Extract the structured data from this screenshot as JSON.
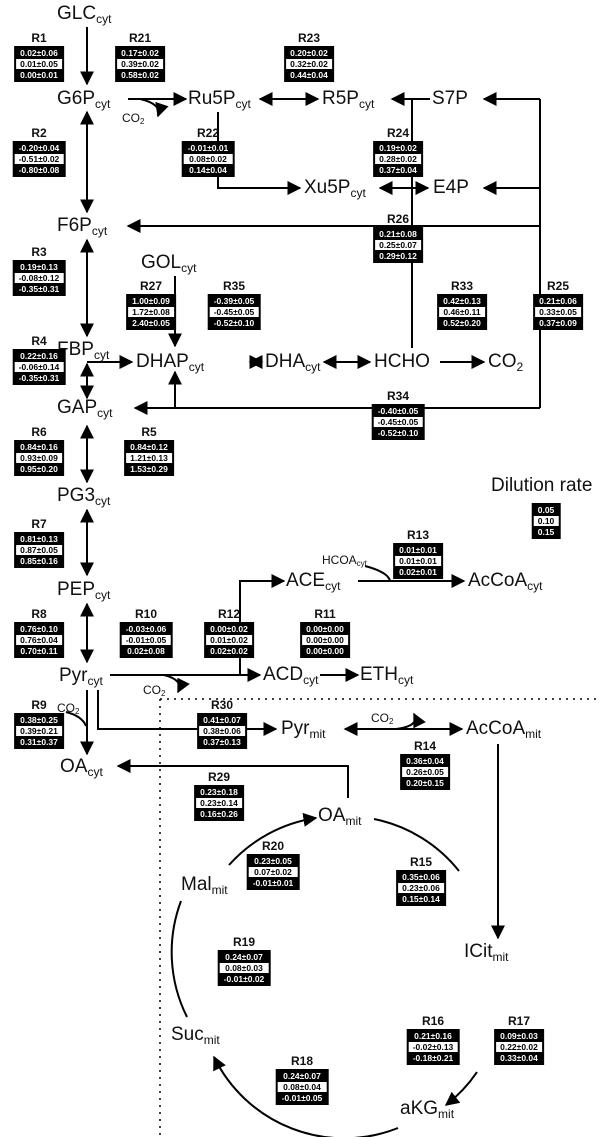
{
  "metabolites": [
    {
      "id": "GLC",
      "base": "GLC",
      "sub": "cyt"
    },
    {
      "id": "G6P",
      "base": "G6P",
      "sub": "cyt"
    },
    {
      "id": "Ru5P",
      "base": "Ru5P",
      "sub": "cyt"
    },
    {
      "id": "R5P",
      "base": "R5P",
      "sub": "cyt"
    },
    {
      "id": "S7P",
      "base": "S7P",
      "sub": ""
    },
    {
      "id": "Xu5P",
      "base": "Xu5P",
      "sub": "cyt"
    },
    {
      "id": "E4P",
      "base": "E4P",
      "sub": ""
    },
    {
      "id": "F6P",
      "base": "F6P",
      "sub": "cyt"
    },
    {
      "id": "GOL",
      "base": "GOL",
      "sub": "cyt"
    },
    {
      "id": "FBP",
      "base": "FBP",
      "sub": "cyt"
    },
    {
      "id": "DHAP",
      "base": "DHAP",
      "sub": "cyt"
    },
    {
      "id": "DHA",
      "base": "DHA",
      "sub": "cyt"
    },
    {
      "id": "HCHO",
      "base": "HCHO",
      "sub": ""
    },
    {
      "id": "CO2a",
      "base": "CO",
      "sub": "2"
    },
    {
      "id": "GAP",
      "base": "GAP",
      "sub": "cyt"
    },
    {
      "id": "PG3",
      "base": "PG3",
      "sub": "cyt"
    },
    {
      "id": "PEP",
      "base": "PEP",
      "sub": "cyt"
    },
    {
      "id": "ACE",
      "base": "ACE",
      "sub": "cyt"
    },
    {
      "id": "AcCoAc",
      "base": "AcCoA",
      "sub": "cyt"
    },
    {
      "id": "Pyr",
      "base": "Pyr",
      "sub": "cyt"
    },
    {
      "id": "ACD",
      "base": "ACD",
      "sub": "cyt"
    },
    {
      "id": "ETH",
      "base": "ETH",
      "sub": "cyt"
    },
    {
      "id": "Pyrm",
      "base": "Pyr",
      "sub": "mit"
    },
    {
      "id": "AcCoAm",
      "base": "AcCoA",
      "sub": "mit"
    },
    {
      "id": "OAc",
      "base": "OA",
      "sub": "cyt"
    },
    {
      "id": "OAm",
      "base": "OA",
      "sub": "mit"
    },
    {
      "id": "Mal",
      "base": "Mal",
      "sub": "mit"
    },
    {
      "id": "ICit",
      "base": "ICit",
      "sub": "mit"
    },
    {
      "id": "Suc",
      "base": "Suc",
      "sub": "mit"
    },
    {
      "id": "aKG",
      "base": "aKG",
      "sub": "mit"
    }
  ],
  "small_labels": [
    {
      "id": "co2-r21",
      "base": "CO",
      "sub": "2"
    },
    {
      "id": "co2-r9",
      "base": "CO",
      "sub": "2"
    },
    {
      "id": "co2-r12",
      "base": "CO",
      "sub": "2"
    },
    {
      "id": "co2-r14",
      "base": "CO",
      "sub": "2"
    },
    {
      "id": "hcoa",
      "base": "HCOA",
      "sub": "cyt"
    }
  ],
  "reactions": [
    {
      "id": "R1",
      "label": "R1",
      "values": [
        "0.02±0.06",
        "0.01±0.05",
        "0.00±0.01"
      ]
    },
    {
      "id": "R21",
      "label": "R21",
      "values": [
        "0.17±0.02",
        "0.39±0.02",
        "0.58±0.02"
      ]
    },
    {
      "id": "R23",
      "label": "R23",
      "values": [
        "0.20±0.02",
        "0.32±0.02",
        "0.44±0.04"
      ]
    },
    {
      "id": "R2",
      "label": "R2",
      "values": [
        "-0.20±0.04",
        "-0.51±0.02",
        "-0.80±0.08"
      ]
    },
    {
      "id": "R22",
      "label": "R22",
      "values": [
        "-0.01±0.01",
        "0.08±0.02",
        "0.14±0.04"
      ]
    },
    {
      "id": "R24",
      "label": "R24",
      "values": [
        "0.19±0.02",
        "0.28±0.02",
        "0.37±0.04"
      ]
    },
    {
      "id": "R26",
      "label": "R26",
      "values": [
        "0.21±0.08",
        "0.25±0.07",
        "0.29±0.12"
      ]
    },
    {
      "id": "R3",
      "label": "R3",
      "values": [
        "0.19±0.13",
        "-0.08±0.12",
        "-0.35±0.31"
      ]
    },
    {
      "id": "R27",
      "label": "R27",
      "values": [
        "1.00±0.09",
        "1.72±0.08",
        "2.40±0.05"
      ]
    },
    {
      "id": "R35",
      "label": "R35",
      "values": [
        "-0.39±0.05",
        "-0.45±0.05",
        "-0.52±0.10"
      ]
    },
    {
      "id": "R33",
      "label": "R33",
      "values": [
        "0.42±0.13",
        "0.46±0.11",
        "0.52±0.20"
      ]
    },
    {
      "id": "R25",
      "label": "R25",
      "values": [
        "0.21±0.06",
        "0.33±0.05",
        "0.37±0.09"
      ]
    },
    {
      "id": "R4",
      "label": "R4",
      "values": [
        "0.22±0.16",
        "-0.06±0.14",
        "-0.35±0.31"
      ]
    },
    {
      "id": "R34",
      "label": "R34",
      "values": [
        "-0.40±0.05",
        "-0.45±0.05",
        "-0.52±0.10"
      ]
    },
    {
      "id": "R6",
      "label": "R6",
      "values": [
        "0.84±0.16",
        "0.93±0.09",
        "0.95±0.20"
      ]
    },
    {
      "id": "R5",
      "label": "R5",
      "values": [
        "0.84±0.12",
        "1.21±0.13",
        "1.53±0.29"
      ]
    },
    {
      "id": "R7",
      "label": "R7",
      "values": [
        "0.81±0.13",
        "0.87±0.05",
        "0.85±0.16"
      ]
    },
    {
      "id": "R13",
      "label": "R13",
      "values": [
        "0.01±0.01",
        "0.01±0.01",
        "0.02±0.01"
      ]
    },
    {
      "id": "R8",
      "label": "R8",
      "values": [
        "0.76±0.10",
        "0.76±0.04",
        "0.70±0.11"
      ]
    },
    {
      "id": "R10",
      "label": "R10",
      "values": [
        "-0.03±0.06",
        "-0.01±0.05",
        "0.02±0.08"
      ]
    },
    {
      "id": "R12",
      "label": "R12",
      "values": [
        "0.00±0.02",
        "0.01±0.02",
        "0.02±0.02"
      ]
    },
    {
      "id": "R11",
      "label": "R11",
      "values": [
        "0.00±0.00",
        "0.00±0.00",
        "0.00±0.00"
      ]
    },
    {
      "id": "R9",
      "label": "R9",
      "values": [
        "0.38±0.25",
        "0.39±0.21",
        "0.31±0.37"
      ]
    },
    {
      "id": "R30",
      "label": "R30",
      "values": [
        "0.41±0.07",
        "0.38±0.06",
        "0.37±0.13"
      ]
    },
    {
      "id": "R14",
      "label": "R14",
      "values": [
        "0.36±0.04",
        "0.26±0.05",
        "0.20±0.15"
      ]
    },
    {
      "id": "R29",
      "label": "R29",
      "values": [
        "0.23±0.18",
        "0.23±0.14",
        "0.16±0.26"
      ]
    },
    {
      "id": "R20",
      "label": "R20",
      "values": [
        "0.23±0.05",
        "0.07±0.02",
        "-0.01±0.01"
      ]
    },
    {
      "id": "R15",
      "label": "R15",
      "values": [
        "0.35±0.06",
        "0.23±0.06",
        "0.15±0.14"
      ]
    },
    {
      "id": "R19",
      "label": "R19",
      "values": [
        "0.24±0.07",
        "0.08±0.03",
        "-0.01±0.02"
      ]
    },
    {
      "id": "R16",
      "label": "R16",
      "values": [
        "0.21±0.16",
        "-0.02±0.13",
        "-0.18±0.21"
      ]
    },
    {
      "id": "R17",
      "label": "R17",
      "values": [
        "0.09±0.03",
        "0.22±0.02",
        "0.33±0.04"
      ]
    },
    {
      "id": "R18",
      "label": "R18",
      "values": [
        "0.24±0.07",
        "0.08±0.04",
        "-0.01±0.05"
      ]
    }
  ],
  "legend": {
    "title": "Dilution rate",
    "values": [
      "0.05",
      "0.10",
      "0.15"
    ]
  }
}
